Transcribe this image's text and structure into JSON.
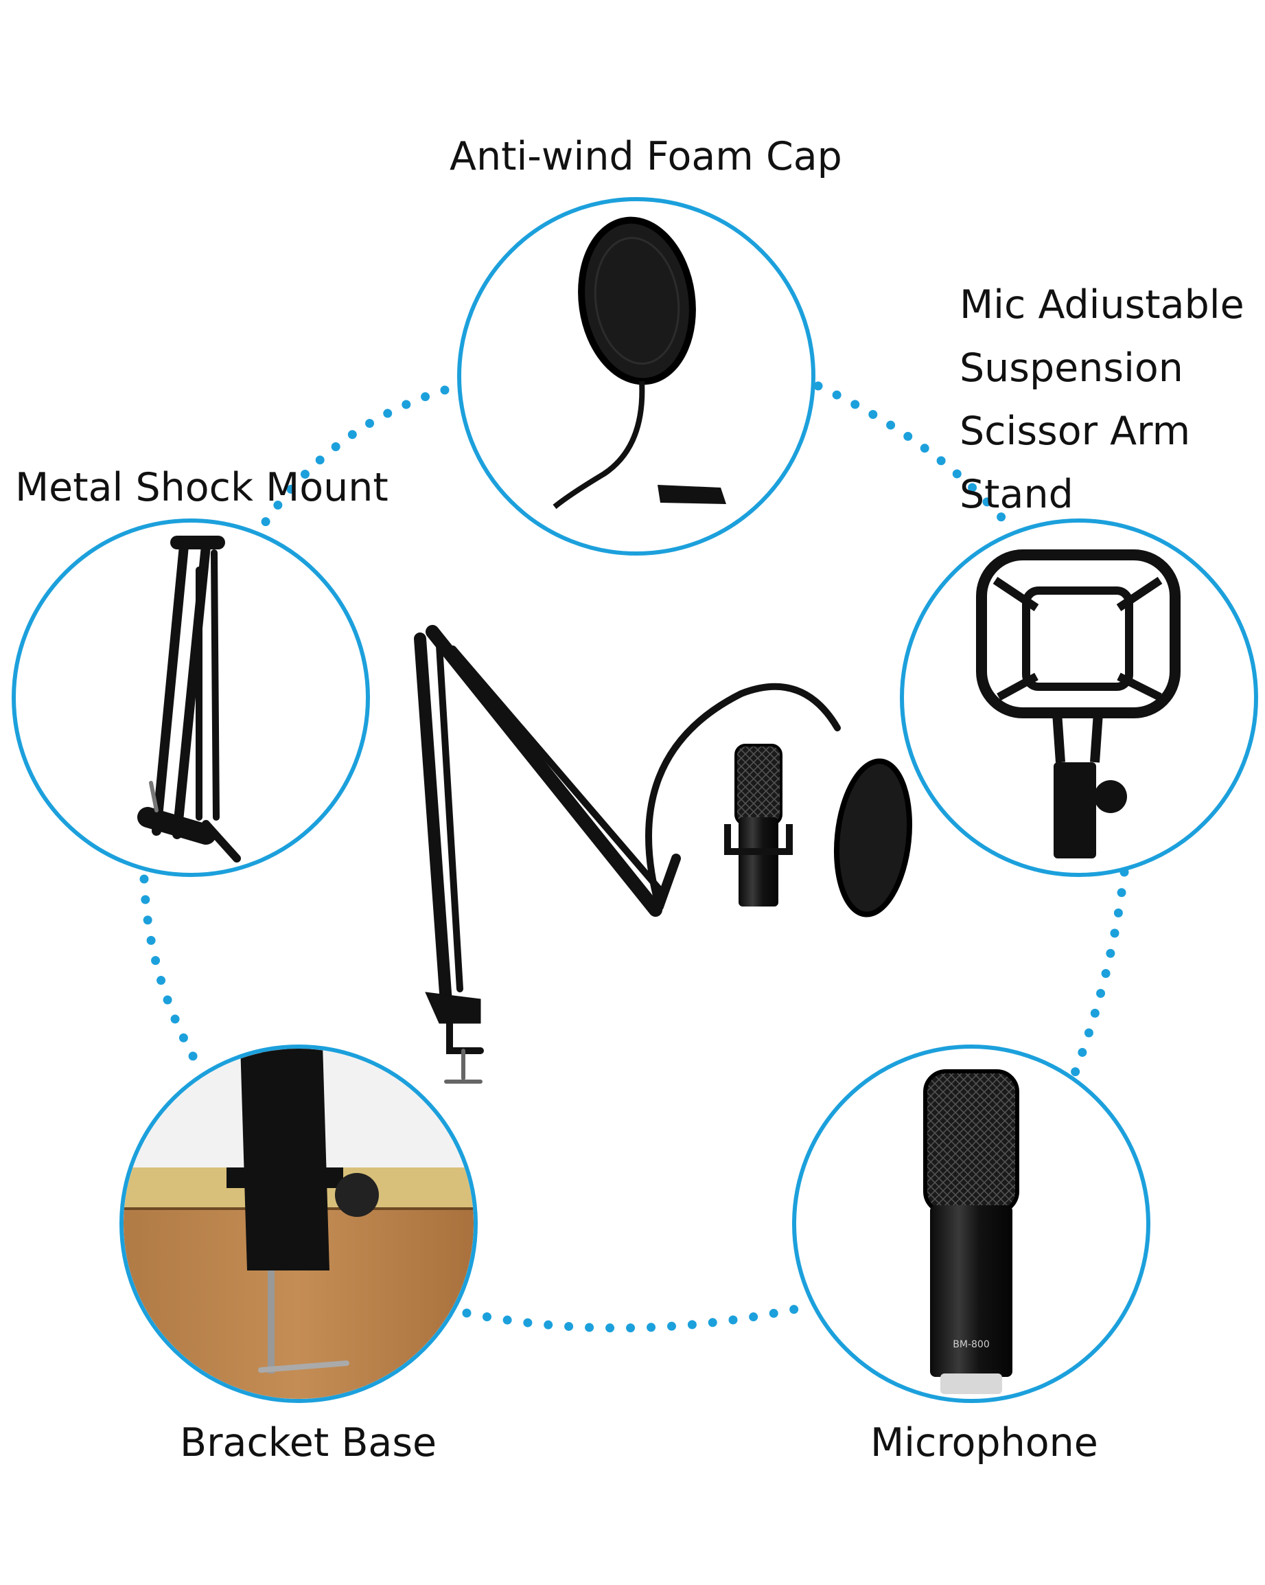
{
  "accent_color": "#1ca0dc",
  "labels": {
    "foam_cap": "Anti-wind Foam Cap",
    "shock_mount": "Metal Shock Mount",
    "arm_stand": [
      "Mic Adiustable",
      "Suspension",
      "Scissor Arm",
      "Stand"
    ],
    "bracket_base": "Bracket Base",
    "microphone": "Microphone"
  },
  "microphone_body_text": "BM-800"
}
